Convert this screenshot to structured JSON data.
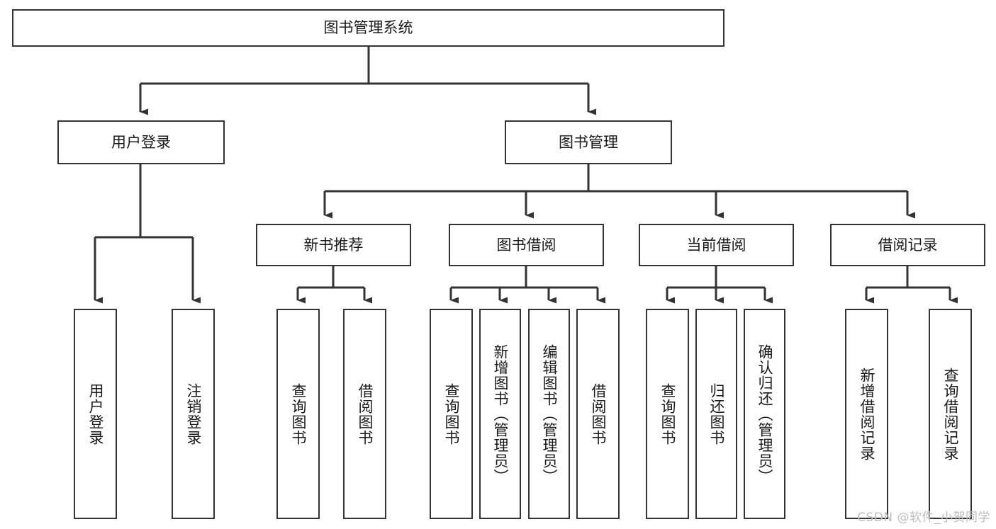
{
  "diagram": {
    "type": "tree",
    "title": "图书管理系统",
    "orientation": "top-down",
    "root": {
      "id": "root",
      "label": "图书管理系统"
    },
    "level2": [
      {
        "id": "user-login",
        "label": "用户登录"
      },
      {
        "id": "book-manage",
        "label": "图书管理"
      }
    ],
    "level3": [
      {
        "id": "new-book-recommend",
        "label": "新书推荐"
      },
      {
        "id": "book-borrow",
        "label": "图书借阅"
      },
      {
        "id": "current-borrow",
        "label": "当前借阅"
      },
      {
        "id": "borrow-record",
        "label": "借阅记录"
      }
    ],
    "leaves": {
      "user_login": [
        {
          "id": "leaf-user-login",
          "label": "用户登录"
        },
        {
          "id": "leaf-logout-login",
          "label": "注销登录"
        }
      ],
      "new_book_recommend": [
        {
          "id": "leaf-query-book-1",
          "label": "查询图书"
        },
        {
          "id": "leaf-borrow-book-1",
          "label": "借阅图书"
        }
      ],
      "book_borrow": [
        {
          "id": "leaf-query-book-2",
          "label": "查询图书"
        },
        {
          "id": "leaf-add-book",
          "label": "新增图书（管理员）"
        },
        {
          "id": "leaf-edit-book",
          "label": "编辑图书（管理员）"
        },
        {
          "id": "leaf-borrow-book-2",
          "label": "借阅图书"
        }
      ],
      "current_borrow": [
        {
          "id": "leaf-query-book-3",
          "label": "查询图书"
        },
        {
          "id": "leaf-return-book",
          "label": "归还图书"
        },
        {
          "id": "leaf-confirm-return",
          "label": "确认归还（管理员）"
        }
      ],
      "borrow_record": [
        {
          "id": "leaf-add-record",
          "label": "新增借阅记录"
        },
        {
          "id": "leaf-query-record",
          "label": "查询借阅记录"
        }
      ]
    },
    "colors": {
      "border": "#333333",
      "background": "#ffffff",
      "text": "#1a1a1a",
      "connector": "#333333",
      "watermark": "#bdbdbd"
    }
  },
  "watermark": {
    "text": "CSDN @软件_小贺同学"
  }
}
